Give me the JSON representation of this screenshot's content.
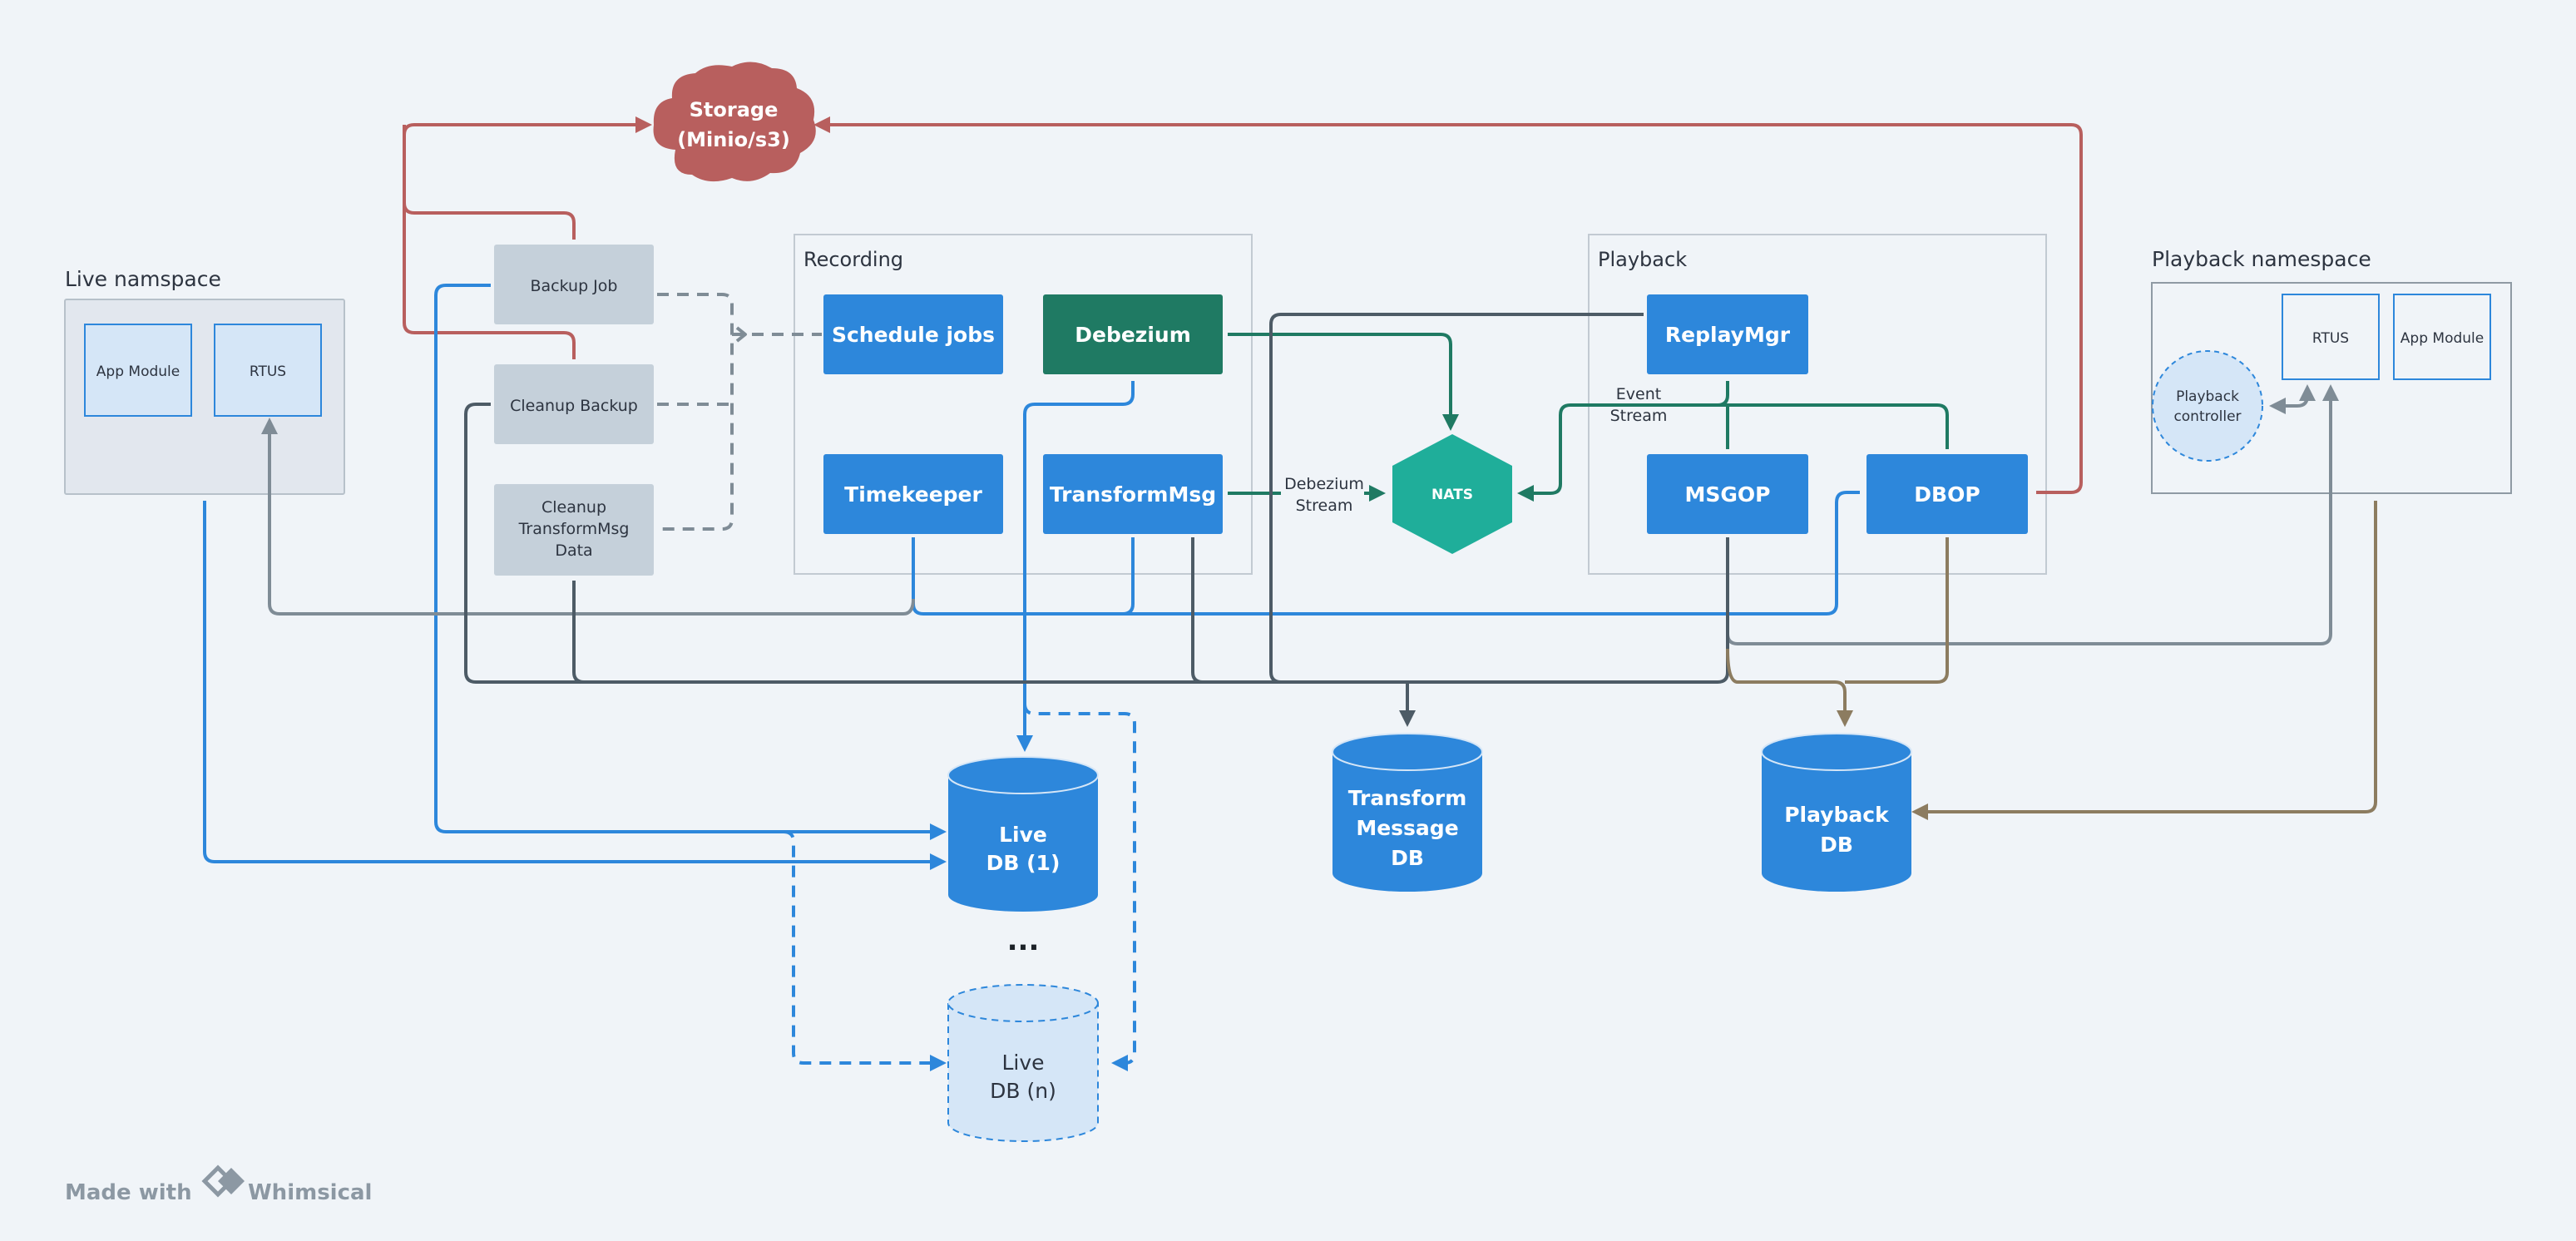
{
  "storage": {
    "line1": "Storage",
    "line2": "(Minio/s3)"
  },
  "live_namespace": {
    "title": "Live namspace",
    "app_module": "App Module",
    "rtus": "RTUS"
  },
  "jobs": {
    "backup_job": "Backup Job",
    "cleanup_backup": "Cleanup Backup",
    "cleanup_transform": [
      "Cleanup",
      "TransformMsg",
      "Data"
    ]
  },
  "recording": {
    "title": "Recording",
    "schedule_jobs": "Schedule jobs",
    "debezium": "Debezium",
    "timekeeper": "Timekeeper",
    "transform_msg": "TransformMsg"
  },
  "debezium_stream": [
    "Debezium",
    "Stream"
  ],
  "nats": "NATS",
  "playback": {
    "title": "Playback",
    "replay_mgr": "ReplayMgr",
    "event_stream": [
      "Event",
      "Stream"
    ],
    "msgop": "MSGOP",
    "dbop": "DBOP"
  },
  "playback_namespace": {
    "title": "Playback namespace",
    "rtus": "RTUS",
    "app_module": "App Module",
    "controller": [
      "Playback",
      "controller"
    ]
  },
  "databases": {
    "live_db_1": [
      "Live",
      "DB (1)"
    ],
    "ellipsis": "...",
    "live_db_n": [
      "Live",
      "DB (n)"
    ],
    "transform_db": [
      "Transform",
      "Message",
      "DB"
    ],
    "playback_db": [
      "Playback",
      "DB"
    ]
  },
  "footer": {
    "made_with": "Made with",
    "brand": "Whimsical"
  },
  "colors": {
    "primary_blue": "#2d87db",
    "debezium_green": "#1f7a63",
    "nats_teal": "#1fae9a",
    "storage_red": "#b85f5e",
    "job_grey": "#c5d0da",
    "line_slate": "#4d5b66",
    "line_grey": "#7f8c96",
    "line_olive": "#8c7c60",
    "line_green": "#1f7a63",
    "background": "#f0f4f8"
  }
}
